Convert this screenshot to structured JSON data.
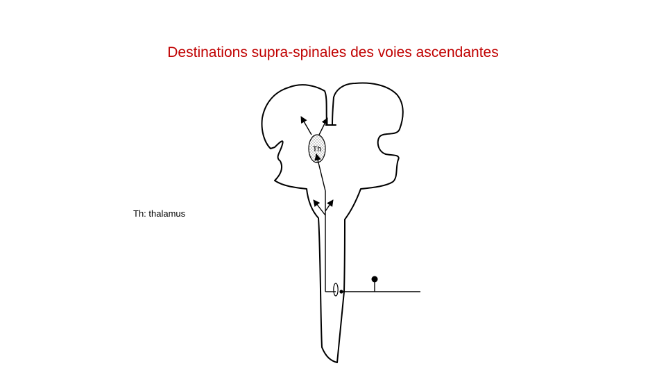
{
  "slide": {
    "title": "Destinations supra-spinales des voies ascendantes",
    "legend": "Th: thalamus"
  },
  "diagram": {
    "thalamus_label": "Th"
  },
  "colors": {
    "title": "#c00000",
    "line": "#000000",
    "background": "#ffffff"
  }
}
